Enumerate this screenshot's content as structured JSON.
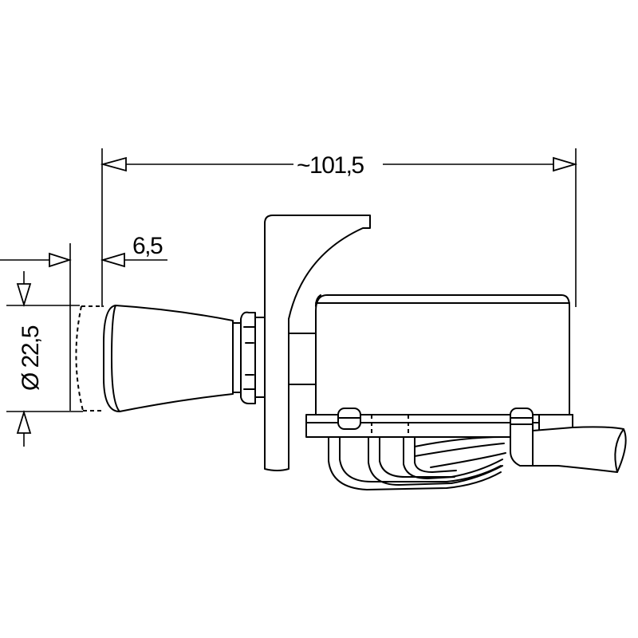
{
  "dimensions": {
    "overall_length": "~101,5",
    "offset": "6,5",
    "diameter": "Ø 22,5"
  }
}
